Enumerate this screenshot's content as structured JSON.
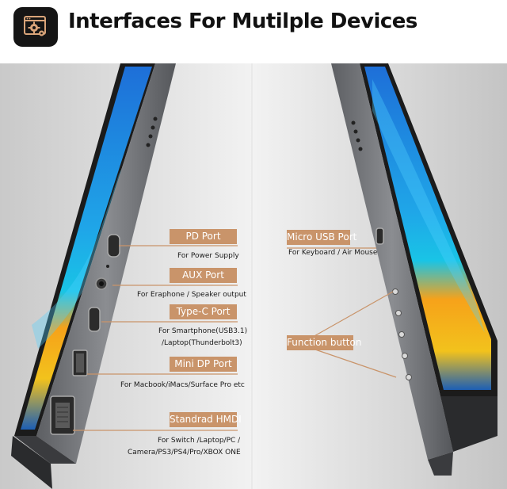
{
  "header": {
    "title": "Interfaces For Mutilple Devices",
    "icon": "gear-window-icon"
  },
  "colors": {
    "label_bg": "#c9946a",
    "leader_line": "#c9946a",
    "background": "#d7d7d7"
  },
  "left_ports": [
    {
      "name": "PD Port",
      "desc": [
        "For Power Supply"
      ]
    },
    {
      "name": "AUX Port",
      "desc": [
        "For Eraphone / Speaker output"
      ]
    },
    {
      "name": "Type-C Port",
      "desc": [
        "For Smartphone(USB3.1)",
        "/Laptop(Thunderbolt3)"
      ]
    },
    {
      "name": "Mini DP Port",
      "desc": [
        "For Macbook/iMacs/Surface Pro etc"
      ]
    },
    {
      "name": "Standrad HMDI",
      "desc": [
        "For Switch /Laptop/PC /",
        "Camera/PS3/PS4/Pro/XBOX ONE"
      ]
    }
  ],
  "right_ports": [
    {
      "name": "Micro USB Port",
      "desc": [
        "For Keyboard / Air Mouse"
      ]
    },
    {
      "name": "Function button",
      "desc": []
    }
  ]
}
